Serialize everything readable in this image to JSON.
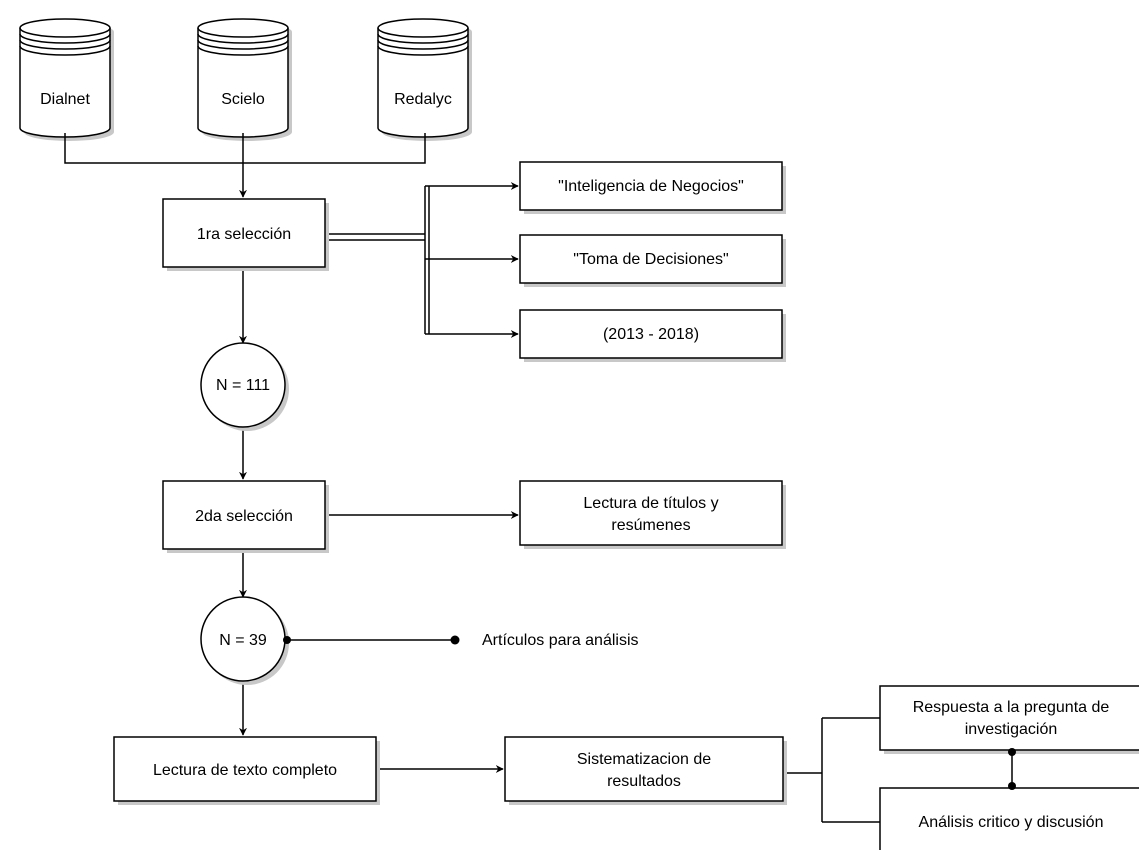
{
  "databases": [
    {
      "id": "db-dialnet",
      "label": "Dialnet"
    },
    {
      "id": "db-scielo",
      "label": "Scielo"
    },
    {
      "id": "db-redalyc",
      "label": "Redalyc"
    }
  ],
  "process": {
    "first_selection": "1ra selección",
    "n1": "N = 111",
    "second_selection": "2da selección",
    "n2": "N = 39",
    "full_text_reading": "Lectura de texto completo",
    "systematization": [
      "Sistematizacion de",
      "resultados"
    ]
  },
  "criteria": {
    "bi": "\"Inteligencia de Negocios\"",
    "decisions": "\"Toma de Decisiones\"",
    "years": "(2013 - 2018)"
  },
  "title_reading": [
    "Lectura de títulos y",
    "resúmenes"
  ],
  "articles_label": "Artículos para análisis",
  "outputs": {
    "answer": [
      "Respuesta a la pregunta de",
      "investigación"
    ],
    "analysis": "Análisis critico y discusión"
  }
}
